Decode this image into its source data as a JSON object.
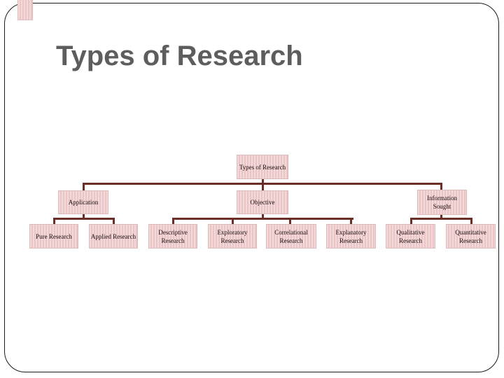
{
  "slide": {
    "title": "Types of Research",
    "title_color": "#5d5d5d",
    "background_color": "#ffffff",
    "border_color": "#1b1b1b"
  },
  "diagram": {
    "connector_color": "#6b2f27",
    "box_fill_light": "#f3d9d9",
    "box_fill_stripe": "#e9c5c5",
    "box_border_color": "#ddbaba",
    "box_text_color": "#1a0d0d",
    "root_label": "Types of Research",
    "hierarchy": [
      {
        "label": "Application",
        "children": [
          "Pure Research",
          "Applied Research"
        ]
      },
      {
        "label": "Objective",
        "children": [
          "Descriptive Research",
          "Exploratory Research",
          "Correlational Research",
          "Explanatory Research"
        ]
      },
      {
        "label": "Information Sought",
        "children": [
          "Qualitative Research",
          "Quantitative Research"
        ]
      }
    ],
    "nodes": [
      {
        "id": "root",
        "label": "Types of Research"
      },
      {
        "id": "application",
        "label": "Application"
      },
      {
        "id": "objective",
        "label": "Objective"
      },
      {
        "id": "information-sought",
        "label": "Information Sought"
      },
      {
        "id": "pure-research",
        "label": "Pure Research"
      },
      {
        "id": "applied-research",
        "label": "Applied Research"
      },
      {
        "id": "descriptive-research",
        "label": "Descriptive Research"
      },
      {
        "id": "exploratory-research",
        "label": "Exploratory Research"
      },
      {
        "id": "correlational-research",
        "label": "Correlational Research"
      },
      {
        "id": "explanatory-research",
        "label": "Explanatory Research"
      },
      {
        "id": "qualitative-research",
        "label": "Qualitative Research"
      },
      {
        "id": "quantitative-research",
        "label": "Quantitative Research"
      }
    ]
  }
}
